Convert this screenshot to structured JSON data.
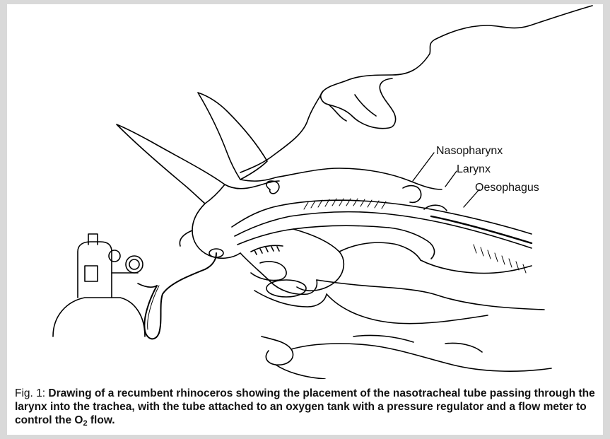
{
  "labels": {
    "nasopharynx": "Nasopharynx",
    "larynx": "Larynx",
    "oesophagus": "Oesophagus"
  },
  "caption": {
    "prefix": "Fig. 1:",
    "text": "Drawing of a recumbent rhinoceros showing the placement of the nasotracheal tube passing through the larynx into the trachea, with the tube attached to an oxygen tank with a pressure regulator and a flow meter to control the O",
    "subscript": "2",
    "suffix": " flow."
  }
}
